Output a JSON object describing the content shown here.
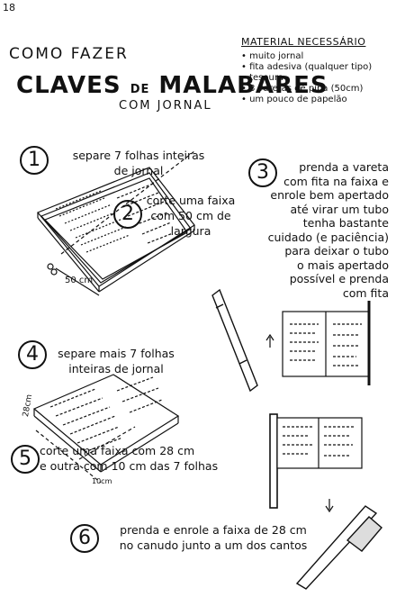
{
  "page_number": "18",
  "title": {
    "line1": "COMO FAZER",
    "line2_a": "CLAVES",
    "line2_b": "DE",
    "line2_c": "MALABARES",
    "line3": "COM JORNAL"
  },
  "materials": {
    "heading": "MATERIAL NECESSÁRIO",
    "items": [
      "muito jornal",
      "fita adesiva (qualquer tipo)",
      "tesoura",
      "3 varetas de pipa (50cm)",
      "um pouco de papelão"
    ]
  },
  "steps": [
    {
      "num": "1",
      "lines": [
        "separe 7 folhas inteiras",
        "de jornal"
      ]
    },
    {
      "num": "2",
      "lines": [
        "corte uma faixa",
        "com 50 cm de",
        "largura"
      ]
    },
    {
      "num": "3",
      "lines": [
        "prenda a vareta",
        "com fita na faixa e",
        "enrole bem apertado",
        "até virar um tubo",
        "tenha bastante",
        "cuidado (e paciência)",
        "para deixar o tubo",
        "o mais apertado",
        "possível e prenda",
        "com fita"
      ]
    },
    {
      "num": "4",
      "lines": [
        "separe mais 7 folhas",
        "inteiras de jornal"
      ]
    },
    {
      "num": "5",
      "lines": [
        "corte uma faixa com 28 cm",
        "e outra com 10 cm das 7 folhas"
      ]
    },
    {
      "num": "6",
      "lines": [
        "prenda e enrole a faixa de 28 cm",
        "no canudo junto a um dos cantos"
      ]
    }
  ],
  "labels": {
    "dim_50": "50 cm",
    "dim_28": "28cm",
    "dim_10": "10cm"
  }
}
